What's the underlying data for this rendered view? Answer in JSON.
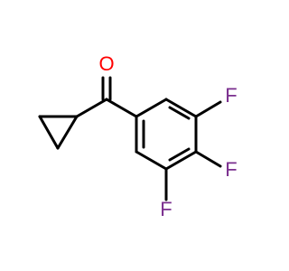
{
  "molecule": {
    "atoms": {
      "oxygen": {
        "symbol": "O",
        "color": "#ff0000"
      },
      "fluorine_1": {
        "symbol": "F",
        "color": "#7a2e8e"
      },
      "fluorine_2": {
        "symbol": "F",
        "color": "#7a2e8e"
      },
      "fluorine_3": {
        "symbol": "F",
        "color": "#7a2e8e"
      }
    },
    "bond_color": "#000000"
  }
}
